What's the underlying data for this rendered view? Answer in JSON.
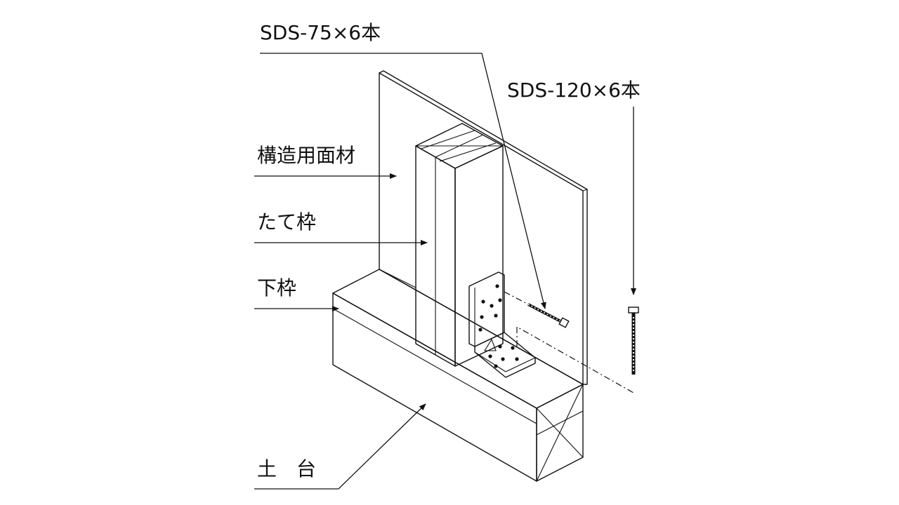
{
  "labels": {
    "screw_small": "SDS-75×6本",
    "screw_large": "SDS-120×6本",
    "structural_panel": "構造用面材",
    "stud": "たて枠",
    "bottom_plate": "下枠",
    "sill": "土　台"
  },
  "colors": {
    "line": "#111111",
    "background": "#ffffff"
  }
}
